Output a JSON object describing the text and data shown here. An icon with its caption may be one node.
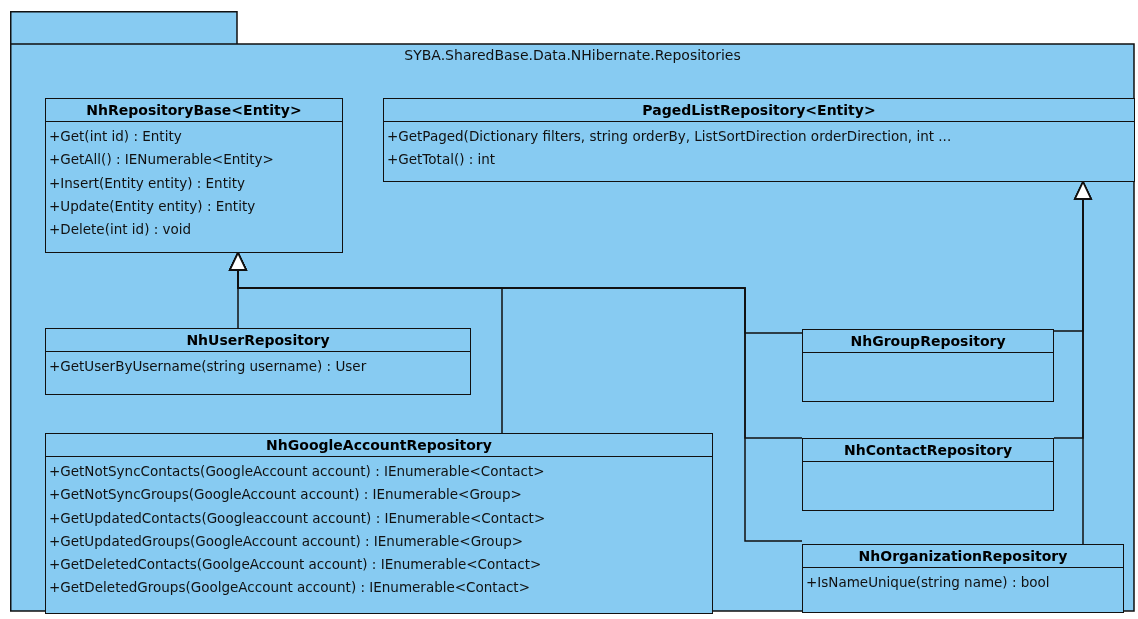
{
  "diagram": {
    "nodes": [
      {
        "text": [
          "SYBA.SharedBase.Data.NHibernate.Repositories"
        ]
      },
      {
        "text": [
          "NhRepositoryBase<Entity>",
          "+Get(int id) : Entity",
          "+GetAll() : IENumerable<Entity>",
          "+Insert(Entity entity) : Entity",
          "+Update(Entity entity) : Entity",
          "+Delete(int id) : void"
        ],
        "in": 0
      },
      {
        "text": [
          "PagedListRepository<Entity>",
          "+GetPaged(Dictionary filters, string orderBy, ListSortDirection orderDirection, int ...",
          "+GetTotal() : int"
        ],
        "in": 0
      },
      {
        "text": [
          "NhUserRepository",
          "+GetUserByUsername(string username) : User"
        ],
        "in": 0
      },
      {
        "text": [
          "NhGroupRepository"
        ],
        "in": 0
      },
      {
        "text": [
          "NhContactRepository"
        ],
        "in": 0
      },
      {
        "text": [
          "NhGoogleAccountRepository",
          "+GetNotSyncContacts(GoogleAccount account) : IEnumerable<Contact>",
          "+GetNotSyncGroups(GoogleAccount account) : IEnumerable<Group>",
          "+GetUpdatedContacts(Googleaccount account) : IEnumerable<Contact>",
          "+GetUpdatedGroups(GoogleAccount account) : IEnumerable<Group>",
          "+GetDeletedContacts(GoolgeAccount account) : IEnumerable<Contact>",
          "+GetDeletedGroups(GoolgeAccount account) : IEnumerable<Contact>"
        ],
        "in": 0
      },
      {
        "text": [
          "NhOrganizationRepository",
          "+IsNameUnique(string name) : bool"
        ],
        "in": 0
      }
    ],
    "edges": [
      {
        "from": 3,
        "to": 1,
        "arrow": "to"
      },
      {
        "from": 6,
        "to": 1,
        "arrow": "to"
      },
      {
        "from": 4,
        "to": 1,
        "arrow": "to"
      },
      {
        "from": 5,
        "to": 1,
        "arrow": "to"
      },
      {
        "from": 7,
        "to": 1,
        "arrow": "to"
      },
      {
        "from": 4,
        "to": 2,
        "arrow": "to"
      },
      {
        "from": 5,
        "to": 2,
        "arrow": "to"
      },
      {
        "from": 7,
        "to": 2,
        "arrow": "to"
      }
    ]
  }
}
